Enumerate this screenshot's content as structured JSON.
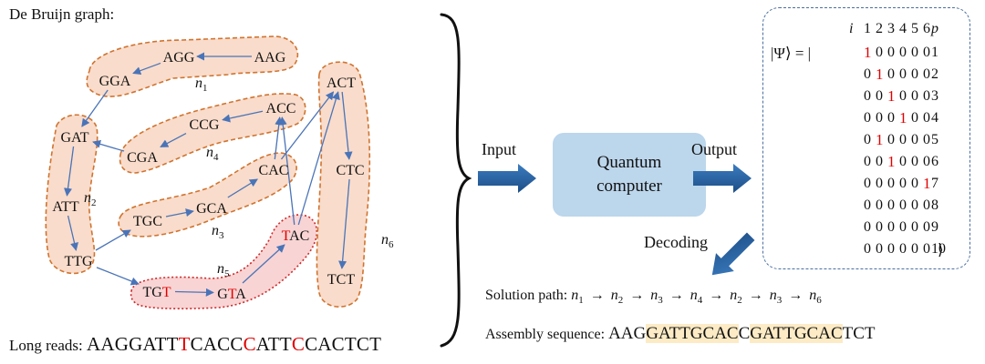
{
  "title": "De Bruijn graph:",
  "nodes": [
    {
      "id": "AGG",
      "parts": [
        {
          "t": "AGG"
        }
      ]
    },
    {
      "id": "AAG",
      "parts": [
        {
          "t": "AAG"
        }
      ]
    },
    {
      "id": "GGA",
      "parts": [
        {
          "t": "GGA"
        }
      ]
    },
    {
      "id": "GAT",
      "parts": [
        {
          "t": "GAT"
        }
      ]
    },
    {
      "id": "ATT",
      "parts": [
        {
          "t": "ATT"
        }
      ]
    },
    {
      "id": "TTG",
      "parts": [
        {
          "t": "TTG"
        }
      ]
    },
    {
      "id": "TGT",
      "parts": [
        {
          "t": "TG"
        },
        {
          "t": "T",
          "red": true
        }
      ]
    },
    {
      "id": "GTA",
      "parts": [
        {
          "t": "G"
        },
        {
          "t": "T",
          "red": true
        },
        {
          "t": "A"
        }
      ]
    },
    {
      "id": "TAC",
      "parts": [
        {
          "t": "T",
          "red": true
        },
        {
          "t": "AC"
        }
      ]
    },
    {
      "id": "TGC",
      "parts": [
        {
          "t": "TGC"
        }
      ]
    },
    {
      "id": "GCA",
      "parts": [
        {
          "t": "GCA"
        }
      ]
    },
    {
      "id": "CAC",
      "parts": [
        {
          "t": "CAC"
        }
      ]
    },
    {
      "id": "CGA",
      "parts": [
        {
          "t": "CGA"
        }
      ]
    },
    {
      "id": "CCG",
      "parts": [
        {
          "t": "CCG"
        }
      ]
    },
    {
      "id": "ACC",
      "parts": [
        {
          "t": "ACC"
        }
      ]
    },
    {
      "id": "ACT",
      "parts": [
        {
          "t": "ACT"
        }
      ]
    },
    {
      "id": "CTC",
      "parts": [
        {
          "t": "CTC"
        }
      ]
    },
    {
      "id": "TCT",
      "parts": [
        {
          "t": "TCT"
        }
      ]
    }
  ],
  "group_labels": [
    {
      "id": "n1",
      "base": "n",
      "sub": "1"
    },
    {
      "id": "n2",
      "base": "n",
      "sub": "2"
    },
    {
      "id": "n3",
      "base": "n",
      "sub": "3"
    },
    {
      "id": "n4",
      "base": "n",
      "sub": "4"
    },
    {
      "id": "n5",
      "base": "n",
      "sub": "5"
    },
    {
      "id": "n6",
      "base": "n",
      "sub": "6"
    }
  ],
  "edges": [
    [
      "AAG",
      "AGG"
    ],
    [
      "AGG",
      "GGA"
    ],
    [
      "GGA",
      "GAT"
    ],
    [
      "GAT",
      "ATT"
    ],
    [
      "ATT",
      "TTG"
    ],
    [
      "TTG",
      "TGC"
    ],
    [
      "TTG",
      "TGT"
    ],
    [
      "TGT",
      "GTA"
    ],
    [
      "GTA",
      "TAC"
    ],
    [
      "TGC",
      "GCA"
    ],
    [
      "GCA",
      "CAC"
    ],
    [
      "CAC",
      "ACC"
    ],
    [
      "CAC",
      "ACT"
    ],
    [
      "TAC",
      "ACC"
    ],
    [
      "TAC",
      "ACT"
    ],
    [
      "ACC",
      "CCG"
    ],
    [
      "CCG",
      "CGA"
    ],
    [
      "CGA",
      "GAT"
    ],
    [
      "ACT",
      "CTC"
    ],
    [
      "CTC",
      "TCT"
    ]
  ],
  "long_reads": {
    "label": "Long reads: ",
    "parts": [
      {
        "t": "AAGGATT"
      },
      {
        "t": "T",
        "red": true
      },
      {
        "t": "CACC"
      },
      {
        "t": "C",
        "red": true
      },
      {
        "t": "ATT"
      },
      {
        "t": "C",
        "red": true
      },
      {
        "t": "CACTCT"
      }
    ]
  },
  "input_label": "Input",
  "output_label": "Output",
  "decoding_label": "Decoding",
  "quantum_computer": {
    "line1": "Quantum",
    "line2": "computer"
  },
  "table": {
    "i_label": "i",
    "p_label": "p",
    "columns": [
      "1",
      "2",
      "3",
      "4",
      "5",
      "6"
    ],
    "ket_open": "|Ψ⟩ = |",
    "ket_close": "⟩",
    "rows": [
      {
        "p": "1",
        "bits": [
          1,
          0,
          0,
          0,
          0,
          0
        ],
        "red": 0
      },
      {
        "p": "2",
        "bits": [
          0,
          1,
          0,
          0,
          0,
          0
        ],
        "red": 1
      },
      {
        "p": "3",
        "bits": [
          0,
          0,
          1,
          0,
          0,
          0
        ],
        "red": 2
      },
      {
        "p": "4",
        "bits": [
          0,
          0,
          0,
          1,
          0,
          0
        ],
        "red": 3
      },
      {
        "p": "5",
        "bits": [
          0,
          1,
          0,
          0,
          0,
          0
        ],
        "red": 1
      },
      {
        "p": "6",
        "bits": [
          0,
          0,
          1,
          0,
          0,
          0
        ],
        "red": 2
      },
      {
        "p": "7",
        "bits": [
          0,
          0,
          0,
          0,
          0,
          1
        ],
        "red": 5
      },
      {
        "p": "8",
        "bits": [
          0,
          0,
          0,
          0,
          0,
          0
        ],
        "red": -1
      },
      {
        "p": "9",
        "bits": [
          0,
          0,
          0,
          0,
          0,
          0
        ],
        "red": -1
      },
      {
        "p": "10",
        "bits": [
          0,
          0,
          0,
          0,
          0,
          0
        ],
        "red": -1
      }
    ]
  },
  "solution": {
    "label": "Solution path:",
    "path": [
      {
        "base": "n",
        "sub": "1"
      },
      {
        "base": "n",
        "sub": "2"
      },
      {
        "base": "n",
        "sub": "3"
      },
      {
        "base": "n",
        "sub": "4"
      },
      {
        "base": "n",
        "sub": "2"
      },
      {
        "base": "n",
        "sub": "3"
      },
      {
        "base": "n",
        "sub": "6"
      }
    ],
    "arrow": "→"
  },
  "assembly": {
    "label": "Assembly sequence: ",
    "parts": [
      {
        "t": "AAG"
      },
      {
        "t": "GATTGCAC",
        "hl": true
      },
      {
        "t": "C"
      },
      {
        "t": "GATTGCAC",
        "hl": true
      },
      {
        "t": "TCT"
      }
    ]
  },
  "colors": {
    "node_fill": "#f9dccb",
    "node_stroke": "#d07430",
    "n5_fill": "#f8d4d4",
    "n5_stroke": "#d02828",
    "edge": "#4a74b8",
    "red": "#e00000",
    "qc_fill": "#bcd6ec",
    "arrow_dark": "#1d4e86",
    "arrow_light": "#3b7cc0",
    "highlight": "#fcebc5"
  }
}
